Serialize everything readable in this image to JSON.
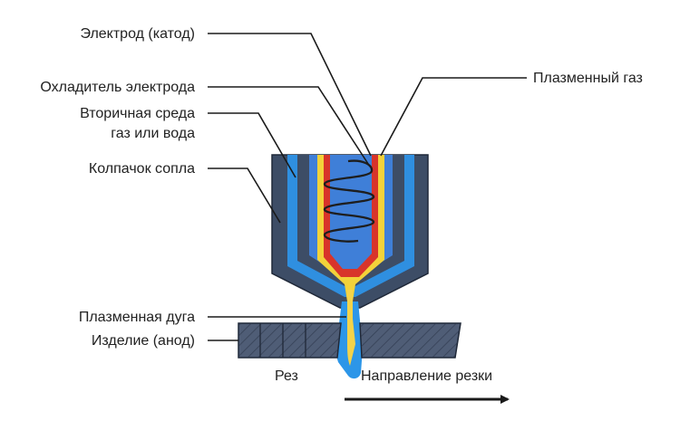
{
  "labels": {
    "electrode": "Электрод (катод)",
    "electrode_cooler": "Охладитель электрода",
    "secondary_medium_line1": "Вторичная среда",
    "secondary_medium_line2": "газ или вода",
    "nozzle_cap": "Колпачок сопла",
    "plasma_gas": "Плазменный газ",
    "plasma_arc": "Плазменная дуга",
    "workpiece": "Изделие (анод)",
    "kerf": "Рез",
    "cut_direction": "Направление резки"
  },
  "colors": {
    "nozzle_cap": "#3d4d66",
    "secondary_medium": "#2f8fe0",
    "electrode_cooler": "#f3d23a",
    "electrode_body": "#d8342a",
    "plasma_gas": "#3f7fd8",
    "coil": "#1e1e1e",
    "workpiece": "#4f5d76",
    "arc_blue": "#2d96e8",
    "arc_core": "#f4d34a",
    "leader_line": "#1a1a1a",
    "text": "#222222"
  }
}
